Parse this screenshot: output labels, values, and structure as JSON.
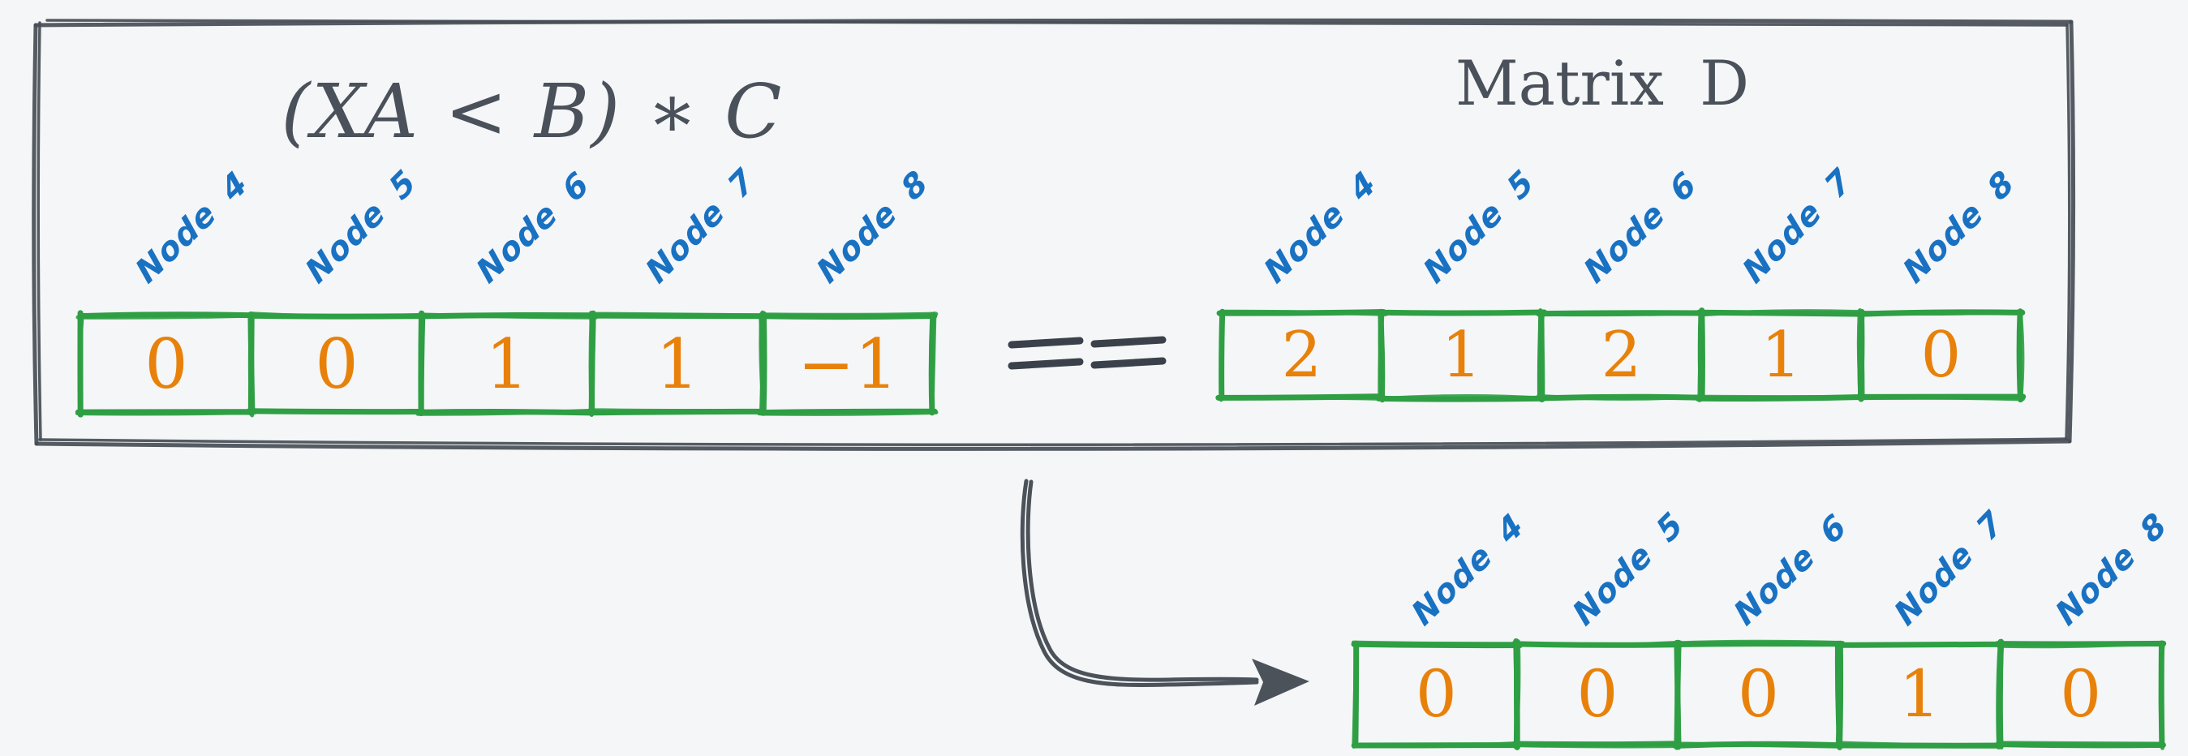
{
  "scene": {
    "comparison_operator": "==",
    "left_panel": {
      "title": "(XA < B) ∗ C",
      "node_labels": [
        "Node 4",
        "Node 5",
        "Node 6",
        "Node 7",
        "Node 8"
      ],
      "values": [
        "0",
        "0",
        "1",
        "1",
        "−1"
      ]
    },
    "right_panel": {
      "title": "Matrix D",
      "node_labels": [
        "Node 4",
        "Node 5",
        "Node 6",
        "Node 7",
        "Node 8"
      ],
      "values": [
        "2",
        "1",
        "2",
        "1",
        "0"
      ]
    },
    "result_row": {
      "node_labels": [
        "Node 4",
        "Node 5",
        "Node 6",
        "Node 7",
        "Node 8"
      ],
      "values": [
        "0",
        "0",
        "0",
        "1",
        "0"
      ]
    },
    "colors": {
      "background": "#f5f6f8",
      "box_green": "#2f9e44",
      "value_orange": "#e8810a",
      "label_blue": "#1971c2",
      "ink_dark": "#4a515a",
      "frame_ink": "#474d55",
      "operator_ink": "#3a414a",
      "arrow_ink": "#4c525a"
    }
  }
}
